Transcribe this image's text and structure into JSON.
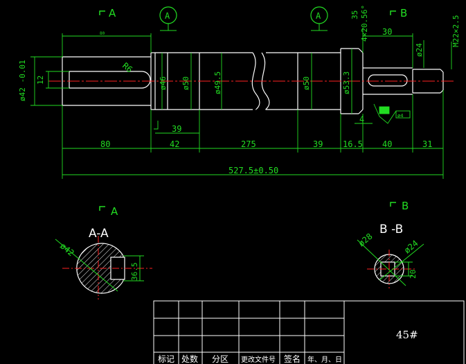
{
  "section_marks": {
    "a_top": "A",
    "b_top": "B",
    "a_bottom": "A",
    "b_bottom": "B"
  },
  "datum_label": "A",
  "section_titles": {
    "aa": "A-A",
    "bb": "B -B"
  },
  "dims": {
    "len_80": "80",
    "len_42": "42",
    "len_275": "275",
    "len_39a": "39",
    "len_16_5": "16.5",
    "len_40": "40",
    "len_31": "31",
    "len_39b": "39",
    "len_30": "30",
    "len_4": "4",
    "len_total": "527.5±0.50",
    "len_35": "35",
    "chamfer": "4×20.56°",
    "thread": "M22×2.5",
    "d42_tol": "ø42 -0.01",
    "d12": "12",
    "d46": "ø46",
    "d50a": "ø50",
    "d49_5": "ø49.5",
    "d50b": "ø50",
    "d53_3": "ø53.3",
    "d24": "ø24",
    "r6": "R6",
    "sec_a_dia": "ø42",
    "sec_a_depth": "36.5",
    "sec_b_dia": "ø28",
    "sec_b_d24": "ø24",
    "sec_b_20": "20"
  },
  "roughness": {
    "small_box": "ø4"
  },
  "title_block": {
    "headers": [
      "标记",
      "处数",
      "分区",
      "更改文件号",
      "签名",
      "年、月、日"
    ],
    "material": "45#"
  },
  "colors": {
    "background": "#000000",
    "outline": "#ffffff",
    "dimension": "#22dd22",
    "centerline": "#ff2222"
  }
}
